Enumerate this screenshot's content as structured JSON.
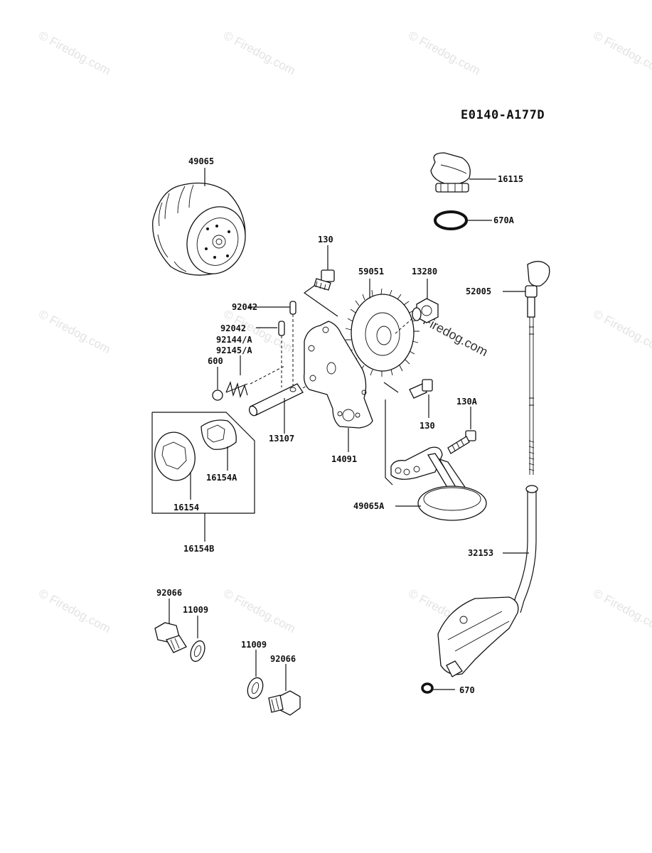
{
  "diagram_code": "E0140-A177D",
  "watermark": "© Firedog.com",
  "parts": {
    "p49065": "49065",
    "p16115": "16115",
    "p670A": "670A",
    "p130_top": "130",
    "p59051": "59051",
    "p13280": "13280",
    "p52005": "52005",
    "p92042_a": "92042",
    "p92042_b": "92042",
    "p92144A": "92144/A",
    "p92145A": "92145/A",
    "p600": "600",
    "p13107": "13107",
    "p14091": "14091",
    "p130_mid": "130",
    "p130A": "130A",
    "p16154A": "16154A",
    "p16154": "16154",
    "p16154B": "16154B",
    "p49065A": "49065A",
    "p32153": "32153",
    "p92066_a": "92066",
    "p11009_a": "11009",
    "p11009_b": "11009",
    "p92066_b": "92066",
    "p670": "670"
  }
}
